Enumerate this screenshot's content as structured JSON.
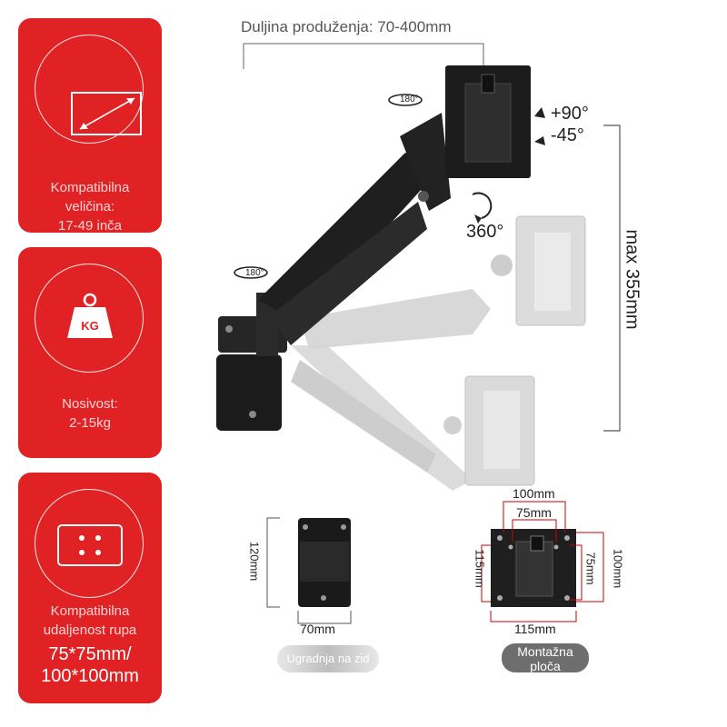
{
  "header": {
    "extension_length": "Duljina produženja: 70-400mm"
  },
  "cards": [
    {
      "icon": "diagonal-size-icon",
      "line1": "Kompatibilna",
      "line2": "veličina:",
      "line3": "17-49 inča"
    },
    {
      "icon": "weight-kg-icon",
      "badge": "KG",
      "line1": "Nosivost:",
      "line2": "2-15kg"
    },
    {
      "icon": "mounting-holes-icon",
      "line1": "Kompatibilna",
      "line2": "udaljenost rupa",
      "line3": "75*75mm/",
      "line4": "100*100mm"
    }
  ],
  "arm": {
    "rotation_left_top": "180°",
    "rotation_left_bottom": "180°",
    "tilt_up": "+90°",
    "tilt_down": "-45°",
    "rotation_360": "360°",
    "max_height": "max 355mm"
  },
  "wall_plate": {
    "height": "120mm",
    "width": "70mm",
    "caption": "Ugradnja na zid"
  },
  "vesa_plate": {
    "outer_top": "100mm",
    "inner_top": "75mm",
    "left": "115mm",
    "inner_right": "75mm",
    "outer_right": "100mm",
    "bottom": "115mm",
    "caption_line1": "Montažna",
    "caption_line2": "ploča"
  },
  "colors": {
    "card_red": "#e02225",
    "arm_black": "#1f1f1f",
    "ghost_grey": "#cfcfcf"
  }
}
